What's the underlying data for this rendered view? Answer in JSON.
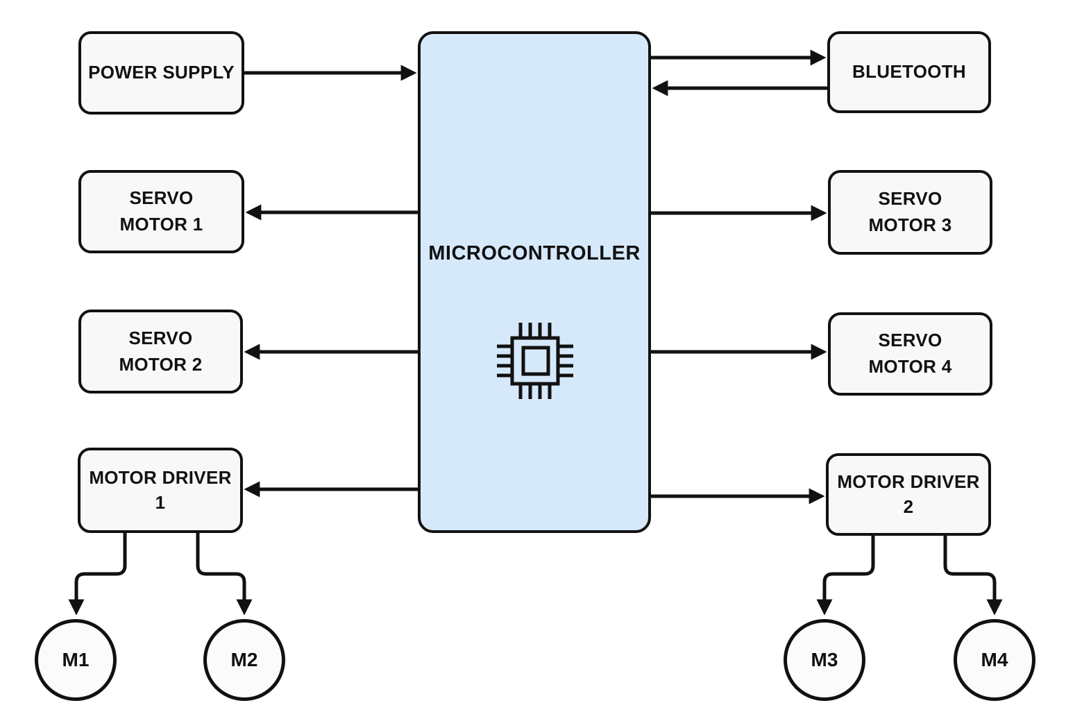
{
  "diagram": {
    "type": "block-diagram",
    "colors": {
      "background": "#ffffff",
      "node_fill": "#f8f8f8",
      "mcu_fill": "#d6e9fb",
      "stroke": "#111111"
    },
    "nodes": {
      "mcu": {
        "label": "MICROCONTROLLER"
      },
      "power_supply": {
        "label": "POWER SUPPLY"
      },
      "servo_1": {
        "label": "SERVO\nMOTOR 1"
      },
      "servo_2": {
        "label": "SERVO\nMOTOR 2"
      },
      "driver_1": {
        "label": "MOTOR DRIVER\n1"
      },
      "bluetooth": {
        "label": "BLUETOOTH"
      },
      "servo_3": {
        "label": "SERVO\nMOTOR 3"
      },
      "servo_4": {
        "label": "SERVO\nMOTOR 4"
      },
      "driver_2": {
        "label": "MOTOR DRIVER\n2"
      },
      "m1": {
        "label": "M1"
      },
      "m2": {
        "label": "M2"
      },
      "m3": {
        "label": "M3"
      },
      "m4": {
        "label": "M4"
      }
    },
    "icons": [
      {
        "name": "chip-icon",
        "inside": "MICROCONTROLLER"
      }
    ],
    "edges": [
      {
        "from": "POWER SUPPLY",
        "to": "MICROCONTROLLER",
        "style": "straight-arrow"
      },
      {
        "from": "MICROCONTROLLER",
        "to": "BLUETOOTH",
        "style": "straight-arrow"
      },
      {
        "from": "BLUETOOTH",
        "to": "MICROCONTROLLER",
        "style": "straight-arrow"
      },
      {
        "from": "MICROCONTROLLER",
        "to": "SERVO MOTOR 1",
        "style": "straight-arrow"
      },
      {
        "from": "MICROCONTROLLER",
        "to": "SERVO MOTOR 2",
        "style": "straight-arrow"
      },
      {
        "from": "MICROCONTROLLER",
        "to": "SERVO MOTOR 3",
        "style": "straight-arrow"
      },
      {
        "from": "MICROCONTROLLER",
        "to": "SERVO MOTOR 4",
        "style": "straight-arrow"
      },
      {
        "from": "MICROCONTROLLER",
        "to": "MOTOR DRIVER 1",
        "style": "straight-arrow"
      },
      {
        "from": "MICROCONTROLLER",
        "to": "MOTOR DRIVER 2",
        "style": "straight-arrow"
      },
      {
        "from": "MOTOR DRIVER 1",
        "to": "M1",
        "style": "elbow-arrow"
      },
      {
        "from": "MOTOR DRIVER 1",
        "to": "M2",
        "style": "elbow-arrow"
      },
      {
        "from": "MOTOR DRIVER 2",
        "to": "M3",
        "style": "elbow-arrow"
      },
      {
        "from": "MOTOR DRIVER 2",
        "to": "M4",
        "style": "elbow-arrow"
      }
    ]
  }
}
